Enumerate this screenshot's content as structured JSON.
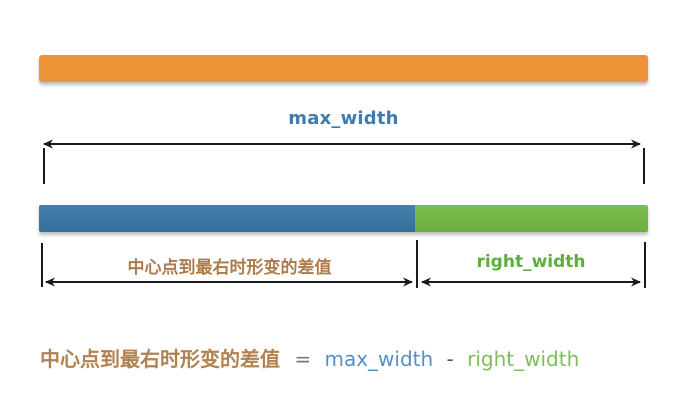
{
  "diagram": {
    "max_width_label": "max_width",
    "left_segment_label": "中心点到最右时形变的差值",
    "right_segment_label": "right_width",
    "formula": {
      "lhs": "中心点到最右时形变的差值",
      "equals": "=",
      "term1": "max_width",
      "minus": "-",
      "term2": "right_width"
    },
    "colors": {
      "orange_bar": "#EF9339",
      "blue_bar": "#3678A6",
      "green_bar": "#72B843",
      "max_width_text": "#3E7CAE",
      "chinese_label_text": "#AD7C4D",
      "right_width_text": "#5BB039",
      "formula_lhs": "#B1824F",
      "formula_blue": "#5590C4",
      "formula_green": "#7FBC5A",
      "arrow_lines": "#1A1A1A"
    }
  }
}
